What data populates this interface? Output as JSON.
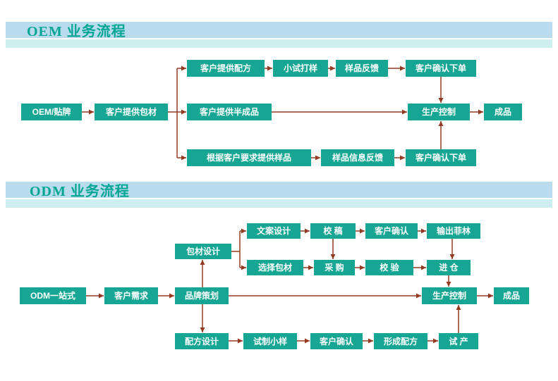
{
  "colors": {
    "box_bg": "#16A693",
    "box_text": "#FFFFFF",
    "arrow": "#943A22",
    "banner_bg": "#B8DBEE",
    "strip_bg": "#CDEFF0",
    "header_text": "#00A693"
  },
  "oem": {
    "header": "OEM 业务流程",
    "nodes": {
      "start": "OEM/贴牌",
      "provide_packaging": "客户提供包材",
      "provide_formula": "客户提供配方",
      "trial_sample": "小试打样",
      "sample_feedback": "样品反馈",
      "confirm_order_top": "客户确认下单",
      "provide_semi": "客户提供半成品",
      "production_control": "生产控制",
      "finished": "成品",
      "sample_on_request": "根据客户要求提供样品",
      "sample_info_feedback": "样品信息反馈",
      "confirm_order_bottom": "客户确认下单"
    }
  },
  "odm": {
    "header": "ODM 业务流程",
    "nodes": {
      "start": "ODM一站式",
      "customer_need": "客户需求",
      "brand_planning": "品牌策划",
      "packaging_design": "包材设计",
      "copy_design": "文案设计",
      "proofreading": "校 稿",
      "customer_confirm_top": "客户确认",
      "output_film": "输出菲林",
      "select_packaging": "选择包材",
      "purchase": "采 购",
      "verify": "校 验",
      "warehouse": "进 仓",
      "production_control": "生产控制",
      "finished": "成品",
      "formula_design": "配方设计",
      "trial_batch": "试制小样",
      "customer_confirm_bottom": "客户确认",
      "form_formula": "形成配方",
      "trial_production": "试 产"
    }
  }
}
